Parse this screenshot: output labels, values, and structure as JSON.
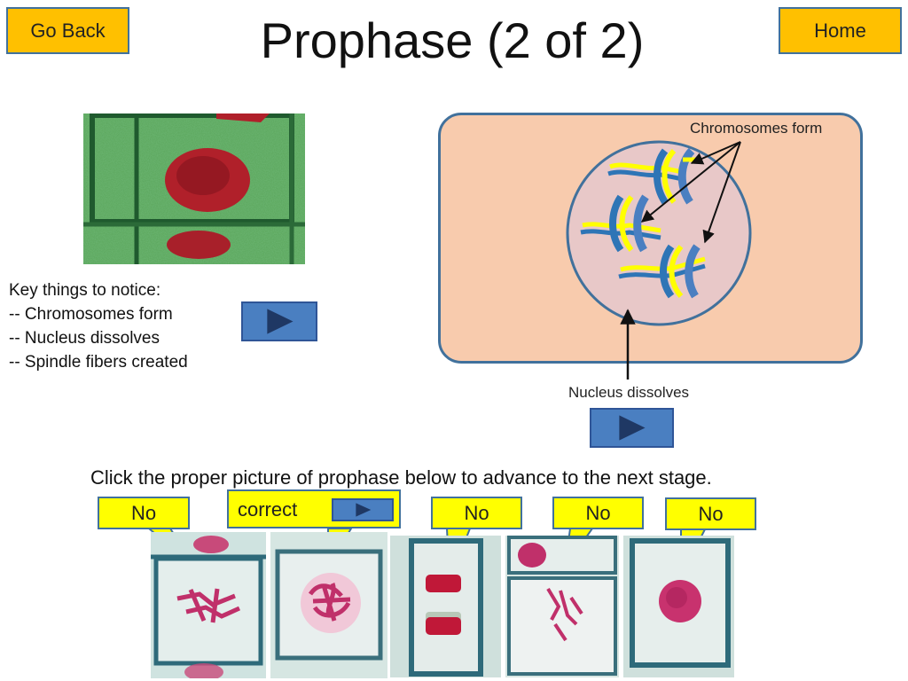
{
  "nav": {
    "go_back_label": "Go Back",
    "home_label": "Home"
  },
  "page": {
    "title": "Prophase (2 of 2)"
  },
  "key_notes": {
    "heading": "Key things to notice:",
    "items": [
      "-- Chromosomes form",
      "-- Nucleus dissolves",
      "-- Spindle fibers created"
    ]
  },
  "diagram": {
    "label_chromosomes": "Chromosomes form",
    "label_nucleus": "Nucleus dissolves",
    "colors": {
      "cytoplasm": "#f8cbad",
      "nucleus": "#e8c8c8",
      "outline": "#41719c",
      "chromatid_a": "#ffff00",
      "chromatid_b": "#2e75b6"
    }
  },
  "instruction": "Click the proper picture of prophase below to advance to the next stage.",
  "choices": [
    {
      "label": "No",
      "stage_depicted": "metaphase-like"
    },
    {
      "label": "correct",
      "stage_depicted": "prophase"
    },
    {
      "label": "No",
      "stage_depicted": "telophase-like"
    },
    {
      "label": "No",
      "stage_depicted": "anaphase-like"
    },
    {
      "label": "No",
      "stage_depicted": "interphase-like"
    }
  ],
  "icons": {
    "play": "play-icon"
  },
  "colors": {
    "nav_button": "#ffc000",
    "play_button": "#4a7fc1",
    "callout": "#ffff00"
  }
}
